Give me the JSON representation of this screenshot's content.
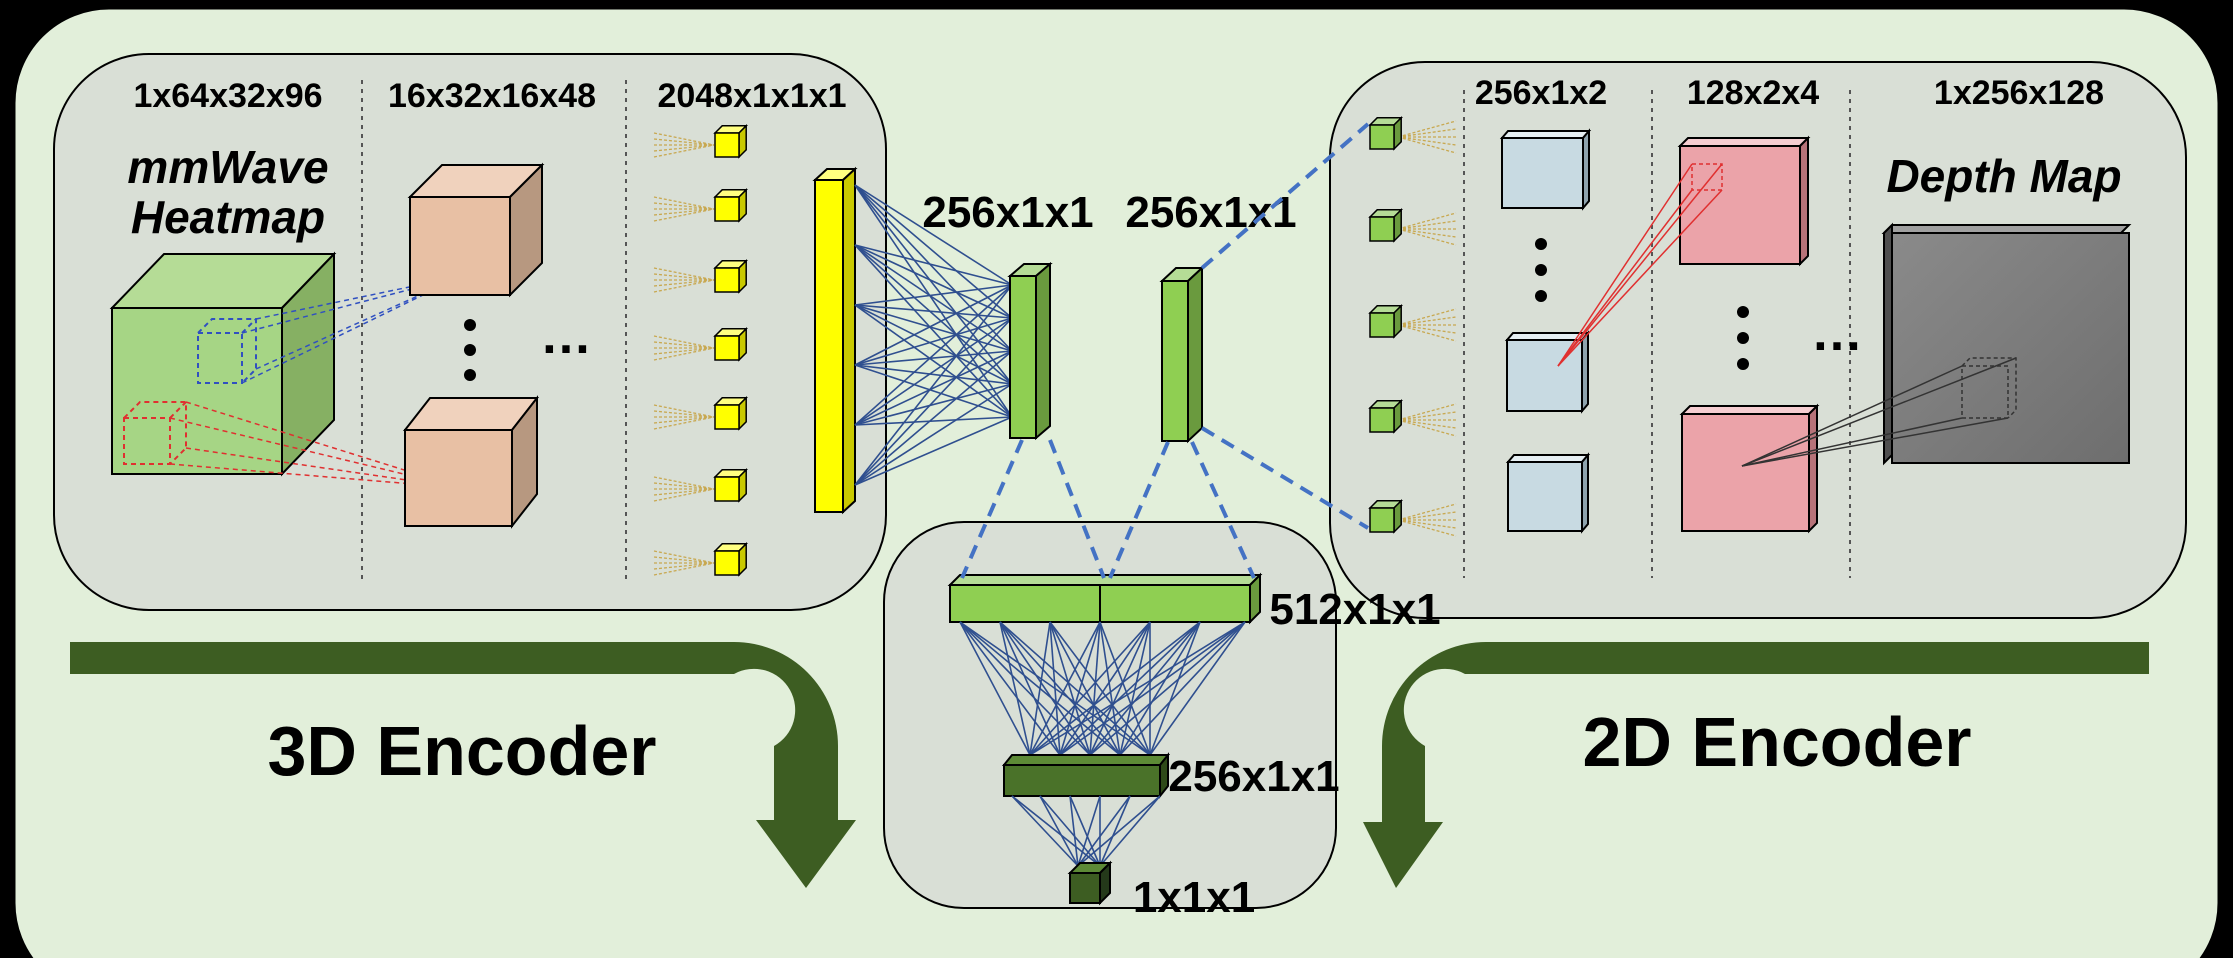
{
  "encoder3d": {
    "title": "3D Encoder",
    "input_name_line1": "mmWave",
    "input_name_line2": "Heatmap",
    "dims": [
      "1x64x32x96",
      "16x32x16x48",
      "2048x1x1x1"
    ],
    "fc_out_dim": "256x1x1",
    "ellipsis": "…"
  },
  "encoder2d": {
    "title": "2D Encoder",
    "input_name": "Depth Map",
    "dims": [
      "256x1x2",
      "128x2x4",
      "1x256x128"
    ],
    "fc_out_dim": "256x1x1",
    "ellipsis": "…"
  },
  "discriminator": {
    "concat_dim": "512x1x1",
    "hidden_dim": "256x1x1",
    "output_dim": "1x1x1"
  },
  "colors": {
    "background": "#e2efda",
    "panel": "#d9dfd6",
    "feature_green": "#8fcf52",
    "dark_green": "#3d5d22",
    "fc_yellow": "#ffff00",
    "peach": "#e8c0a4",
    "light_blue": "#c8dae2",
    "pink": "#eba3a9",
    "depth_gray": "#7f7f7f",
    "connection_blue": "#2f4f8f",
    "dashed_blue": "#4472c4",
    "dashed_red": "#e03030"
  }
}
